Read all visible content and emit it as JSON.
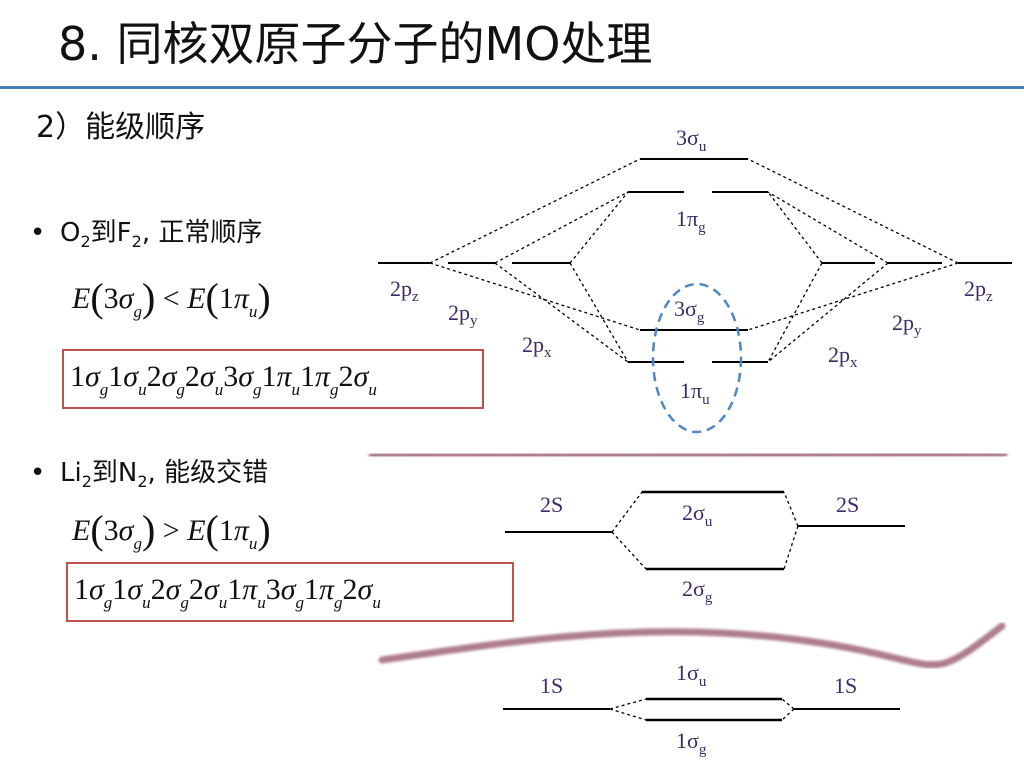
{
  "title": "8. 同核双原子分子的MO处理",
  "subtitle": "2）能级顺序",
  "colors": {
    "rule": "#4a7fb5",
    "box_border": "#c0504d",
    "divider": "#a0667a",
    "highlight_ellipse": "#4f86c6",
    "label": "#3d2a66"
  },
  "bullet1": {
    "dot": "•",
    "pre": "O",
    "sub1": "2",
    "mid": "到F",
    "sub2": "2",
    "post": ", 正常顺序"
  },
  "ineq1": {
    "lhs_E": "E",
    "lhs_n": "3",
    "lhs_sym": "σ",
    "lhs_sub": "g",
    "op": "<",
    "rhs_E": "E",
    "rhs_n": "1",
    "rhs_sym": "π",
    "rhs_sub": "u"
  },
  "seq1": [
    {
      "n": "1",
      "s": "σ",
      "sub": "g"
    },
    {
      "n": "1",
      "s": "σ",
      "sub": "u"
    },
    {
      "n": "2",
      "s": "σ",
      "sub": "g"
    },
    {
      "n": "2",
      "s": "σ",
      "sub": "u"
    },
    {
      "n": "3",
      "s": "σ",
      "sub": "g"
    },
    {
      "n": "1",
      "s": "π",
      "sub": "u"
    },
    {
      "n": "1",
      "s": "π",
      "sub": "g"
    },
    {
      "n": "2",
      "s": "σ",
      "sub": "u"
    }
  ],
  "bullet2": {
    "dot": "•",
    "pre": "Li",
    "sub1": "2",
    "mid": "到N",
    "sub2": "2",
    "post": ", 能级交错"
  },
  "ineq2": {
    "lhs_E": "E",
    "lhs_n": "3",
    "lhs_sym": "σ",
    "lhs_sub": "g",
    "op": ">",
    "rhs_E": "E",
    "rhs_n": "1",
    "rhs_sym": "π",
    "rhs_sub": "u"
  },
  "seq2": [
    {
      "n": "1",
      "s": "σ",
      "sub": "g"
    },
    {
      "n": "1",
      "s": "σ",
      "sub": "u"
    },
    {
      "n": "2",
      "s": "σ",
      "sub": "g"
    },
    {
      "n": "2",
      "s": "σ",
      "sub": "u"
    },
    {
      "n": "1",
      "s": "π",
      "sub": "u"
    },
    {
      "n": "3",
      "s": "σ",
      "sub": "g"
    },
    {
      "n": "1",
      "s": "π",
      "sub": "g"
    },
    {
      "n": "2",
      "s": "σ",
      "sub": "u"
    }
  ],
  "diagram_2p": {
    "mo_3su": {
      "main": "3σ",
      "sub": "u"
    },
    "mo_1pg": {
      "main": "1π",
      "sub": "g"
    },
    "mo_3sg": {
      "main": "3σ",
      "sub": "g"
    },
    "mo_1pu": {
      "main": "1π",
      "sub": "u"
    },
    "ao_left_z": {
      "main": "2p",
      "sub": "z"
    },
    "ao_left_y": {
      "main": "2p",
      "sub": "y"
    },
    "ao_left_x": {
      "main": "2p",
      "sub": "x"
    },
    "ao_right_z": {
      "main": "2p",
      "sub": "z"
    },
    "ao_right_y": {
      "main": "2p",
      "sub": "y"
    },
    "ao_right_x": {
      "main": "2p",
      "sub": "x"
    }
  },
  "diagram_2s": {
    "ao_left": "2S",
    "ao_right": "2S",
    "mo_upper": {
      "main": "2σ",
      "sub": "u"
    },
    "mo_lower": {
      "main": "2σ",
      "sub": "g"
    }
  },
  "diagram_1s": {
    "ao_left": "1S",
    "ao_right": "1S",
    "mo_upper": {
      "main": "1σ",
      "sub": "u"
    },
    "mo_lower": {
      "main": "1σ",
      "sub": "g"
    }
  }
}
